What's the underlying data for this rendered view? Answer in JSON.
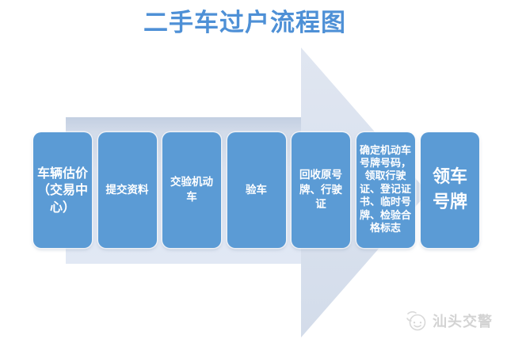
{
  "title": "二手车过户流程图",
  "flow": {
    "steps": [
      {
        "label": "车辆估价（交易中心）"
      },
      {
        "label": "提交资料"
      },
      {
        "label": "交验机动车"
      },
      {
        "label": "验车"
      },
      {
        "label": "回收原号牌、行驶证"
      },
      {
        "label": "确定机动车号牌号码，领取行驶证、登记证书、临时号牌、检验合格标志"
      },
      {
        "label": "领车号牌"
      }
    ]
  },
  "watermark": {
    "text": "汕头交警",
    "logo": "smiley-mascot-icon"
  },
  "colors": {
    "box_blue": "#5b9bd5",
    "title_blue": "#4e90d6",
    "arrow_fill_light": "#dde5f1",
    "arrow_fill_dark": "#c3cfe2",
    "watermark_gray": "#d3d3d3",
    "box_text": "#ffffff"
  }
}
